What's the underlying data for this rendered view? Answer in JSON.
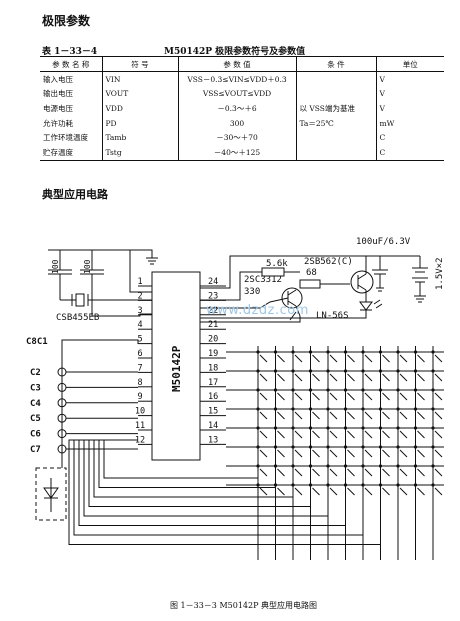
{
  "section_title": "极限参数",
  "table": {
    "number": "表 1－33－4",
    "title": "M50142P 极限参数符号及参数值",
    "headers": [
      "参 数 名 称",
      "符   号",
      "参  数  值",
      "条   件",
      "单位"
    ],
    "rows": [
      [
        "输入电压",
        "VIN",
        "VSS－0.3≤VIN≤VDD＋0.3",
        "",
        "V"
      ],
      [
        "输出电压",
        "VOUT",
        "VSS≤VOUT≤VDD",
        "",
        "V"
      ],
      [
        "电源电压",
        "VDD",
        "－0.3～＋6",
        "以 VSS端为基准",
        "V"
      ],
      [
        "允许功耗",
        "PD",
        "300",
        "Ta＝25℃",
        "mW"
      ],
      [
        "工作环境温度",
        "Tamb",
        "－30～＋70",
        "",
        "C"
      ],
      [
        "贮存温度",
        "Tstg",
        "－40～＋125",
        "",
        "C"
      ]
    ]
  },
  "circuit_title": "典型应用电路",
  "circuit": {
    "chip": "M50142P",
    "cap_left": "100",
    "cap_right": "100",
    "resonator": "CSB455EB",
    "cap_top": "100uF/6.3V",
    "battery": "1.5V×2",
    "transistor_pnp": "2SB562(C)",
    "r_5k6": "5.6k",
    "r_68": "68",
    "transistor_npn": "2SC3312",
    "r_330": "330",
    "led": "LN-56S",
    "bus": "C8C1",
    "bus_labels": [
      "C2",
      "C3",
      "C4",
      "C5",
      "C6",
      "C7"
    ],
    "pins_left": [
      "1",
      "2",
      "3",
      "4",
      "5",
      "6",
      "7",
      "8",
      "9",
      "10",
      "11",
      "12"
    ],
    "pins_right": [
      "24",
      "23",
      "22",
      "21",
      "20",
      "19",
      "18",
      "17",
      "16",
      "15",
      "14",
      "13"
    ]
  },
  "watermark": "www.dzdz.com",
  "figure_caption": "图 1－33－3  M50142P 典型应用电路图"
}
